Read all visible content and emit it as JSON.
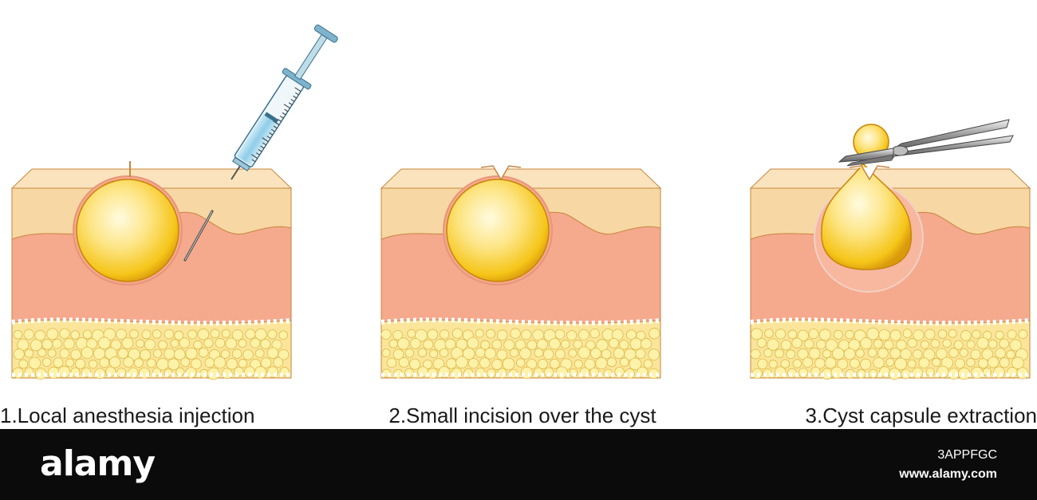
{
  "steps": [
    {
      "caption": "1.Local anesthesia injection",
      "tool": "syringe"
    },
    {
      "caption": "2.Small incision over the cyst",
      "tool": "none"
    },
    {
      "caption": "3.Cyst capsule extraction",
      "tool": "forceps"
    }
  ],
  "footer": {
    "logo": "alamy",
    "image_id": "3APPFGC",
    "url": "www.alamy.com"
  },
  "colors": {
    "epidermis": "#f7d7a3",
    "epidermis_top": "#fbe4bd",
    "dermis": "#f5a98d",
    "fat": "#fae59a",
    "fat_cell": "#fdf2a8",
    "cyst": "#f5c518",
    "syringe_fluid": "#a8d8ef",
    "outline": "#c7863e"
  }
}
